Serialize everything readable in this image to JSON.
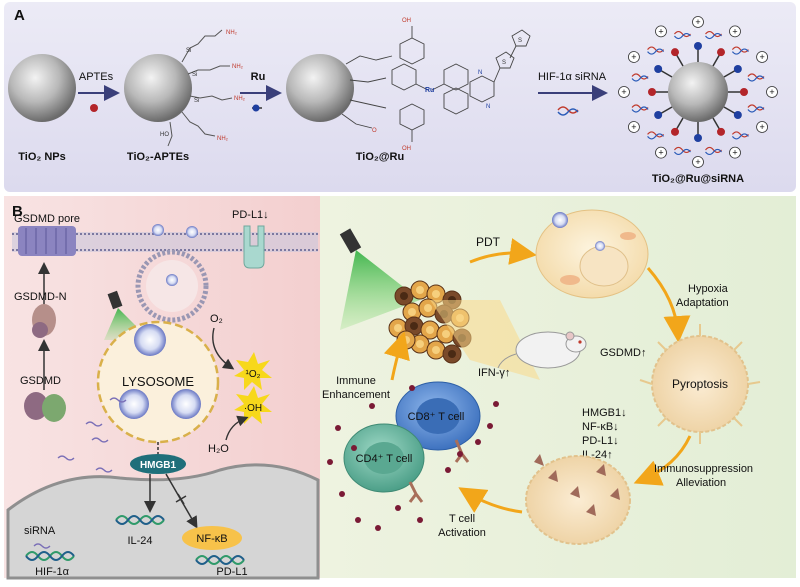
{
  "panel_a": {
    "letter": "A",
    "steps": {
      "s1": "TiO₂ NPs",
      "s2": "TiO₂-APTEs",
      "s3": "TiO₂@Ru",
      "s4": "TiO₂@Ru@siRNA"
    },
    "reagents": {
      "r1": "APTEs",
      "r2": "Ru",
      "r3": "HIF-1α siRNA"
    },
    "chem": {
      "nh2": "NH₂",
      "si": "Si",
      "ho": "HO",
      "oh": "OH",
      "o": "O",
      "n": "N",
      "ru": "Ru",
      "h": "H",
      "nh": "N",
      "s": "S"
    },
    "charge": "+"
  },
  "panel_b": {
    "letter": "B",
    "left": {
      "gsdmd_pore": "GSDMD pore",
      "pdl1_down": "PD-L1↓",
      "gsdmd_n": "GSDMD-N",
      "gsdmd": "GSDMD",
      "lysosome": "LYSOSOME",
      "o2": "O₂",
      "h2o": "H₂O",
      "singlet_o": "¹O₂",
      "oh_radical": "·OH",
      "hmgb1": "HMGB1",
      "il24": "IL-24",
      "nfkb": "NF-κB",
      "sirna": "siRNA",
      "hif": "HIF-1α",
      "pdl1": "PD-L1"
    },
    "right": {
      "pdt": "PDT",
      "hypoxia": "Hypoxia",
      "adaptation": "Adaptation",
      "gsdmd_up": "GSDMD↑",
      "pyroptosis": "Pyroptosis",
      "markers": [
        "HMGB1↓",
        "NF-κB↓",
        "PD-L1↓",
        "IL-24↑"
      ],
      "immunosuppression": "Immunosuppression",
      "alleviation": "Alleviation",
      "tcell_activation": [
        "T cell",
        "Activation"
      ],
      "immune_enhancement": [
        "Immune",
        "Enhancement"
      ],
      "ifn": "IFN-γ↑",
      "cd8": "CD8⁺ T cell",
      "cd4": "CD4⁺ T cell"
    }
  },
  "colors": {
    "panel_a_bg": "#e4e3f1",
    "left_bg": "#f7dede",
    "right_bg": "#e6f0da",
    "arrow_orange": "#f2a61a",
    "arrow_gray": "#3a3f7a",
    "membrane": "#8d8aa8",
    "hmgb1": "#1f6f7a",
    "nfkb": "#f7c24a",
    "cd8": "#5a8fd0",
    "cd4": "#6fb7a3",
    "green_light": "#39b54a"
  },
  "icons": [
    "nanoparticle-icon",
    "laser-icon",
    "mouse-icon",
    "tumor-icon",
    "dna-icon",
    "siRNA-icon"
  ]
}
